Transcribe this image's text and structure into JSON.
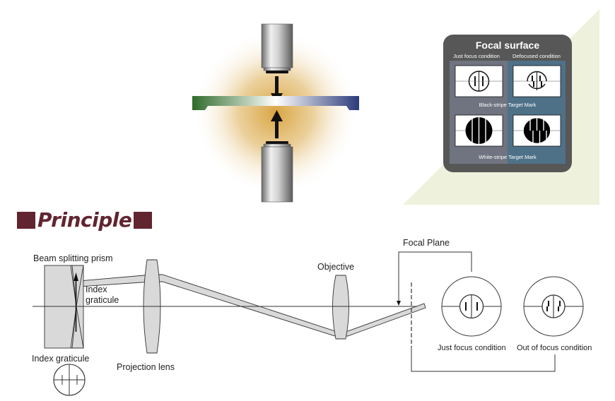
{
  "top_illustration": {
    "description": "Two opposed objective lenses focusing on a thin sample plate",
    "glow_color": "#d9a441",
    "plate_gradient": [
      "#2f6b2a",
      "#ffffff",
      "#2b3b7a"
    ]
  },
  "focal_panel": {
    "title": "Focal surface",
    "col_labels": [
      "Just focus condition",
      "Defocused condition"
    ],
    "row_labels": [
      "Black-stripe Target Mark",
      "White-stripe Target Mark"
    ],
    "colors": {
      "frame": "#575757",
      "left_bg": "#6f7480",
      "right_bg": "#4e7188",
      "backdrop": "#eef2dc"
    }
  },
  "section": {
    "heading": "Principle",
    "color": "#612530"
  },
  "principle_diagram": {
    "labels": {
      "prism": "Beam splitting prism",
      "index_graticule_inner": [
        "Index",
        "graticule"
      ],
      "index_graticule_below": "Index graticule",
      "projection_lens": "Projection lens",
      "objective": "Objective",
      "focal_plane": "Focal Plane",
      "just_focus": "Just focus condition",
      "out_of_focus": "Out of focus condition"
    },
    "colors": {
      "fill": "#d9d9d9",
      "stroke": "#333333"
    }
  }
}
